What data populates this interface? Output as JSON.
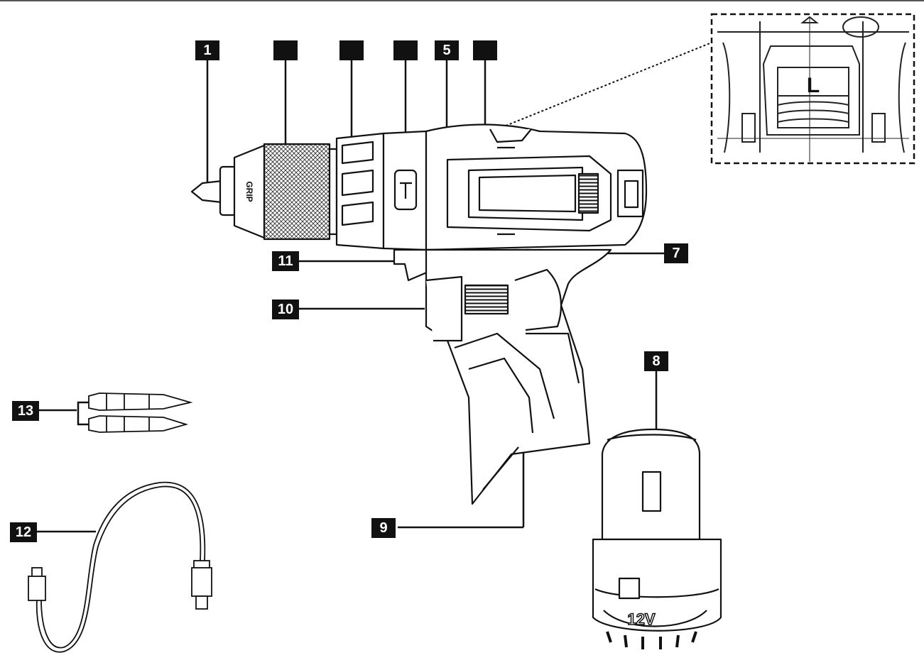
{
  "callouts": {
    "c1": "1",
    "c2": "",
    "c3": "",
    "c4": "",
    "c5": "5",
    "c6": "",
    "c7": "7",
    "c8": "8",
    "c9": "9",
    "c10": "10",
    "c11": "11",
    "c12": "12",
    "c13": "13"
  },
  "inset": {
    "letter": "L"
  },
  "chuck_text": "GRIP",
  "battery_text": "12V"
}
